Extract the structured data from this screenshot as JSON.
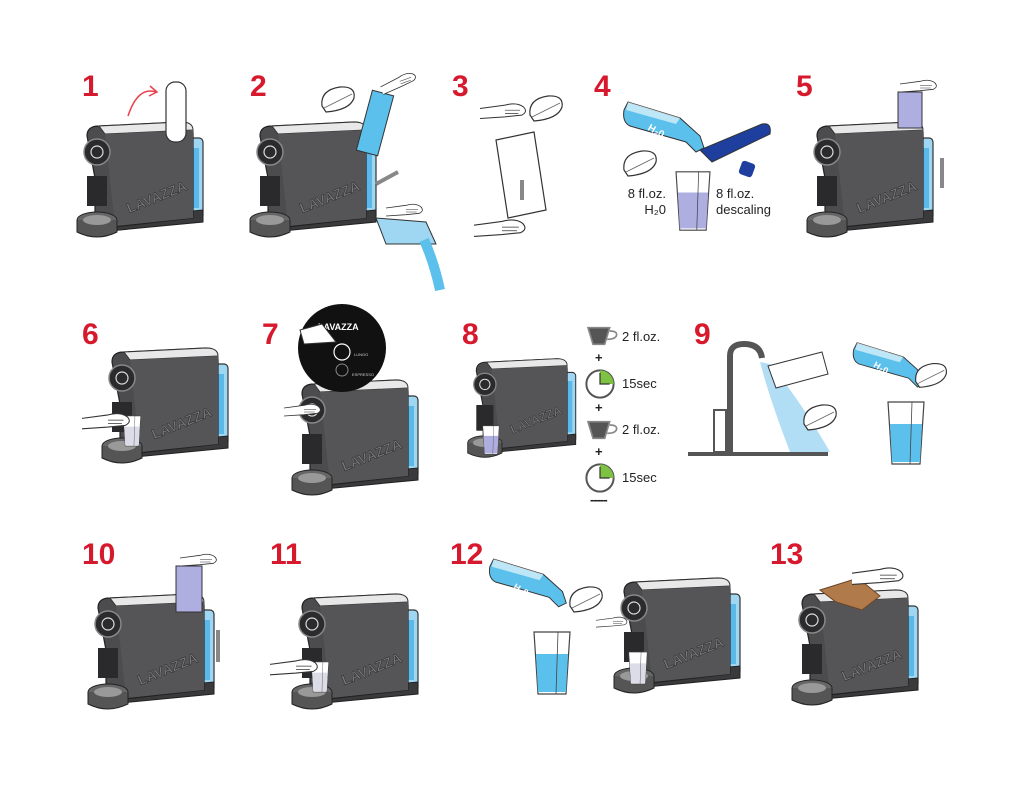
{
  "title": "",
  "colors": {
    "step_number": "#d7192d",
    "machine": "#4a4a4c",
    "water": "#5bc0eb",
    "descaler": "#1f3f9e",
    "timer_fill": "#7dc242"
  },
  "brand_logo": "LAVAZZA",
  "steps": [
    {
      "number": "1"
    },
    {
      "number": "2"
    },
    {
      "number": "3"
    },
    {
      "number": "4",
      "water_amount": "8 fl.oz.",
      "water_label": "H₂0",
      "descaler_amount": "8 fl.oz.",
      "descaler_label": "descaling",
      "bottle_label": "H₂0"
    },
    {
      "number": "5"
    },
    {
      "number": "6"
    },
    {
      "number": "7",
      "dial_logo": "LAVAZZA",
      "dial_top": "LUNGO",
      "dial_bottom": "ESPRESSO"
    },
    {
      "number": "8",
      "sequence": [
        {
          "icon": "cup-icon",
          "text": "2 fl.oz."
        },
        {
          "text": "+"
        },
        {
          "icon": "timer-icon",
          "text": "15sec"
        },
        {
          "text": "+"
        },
        {
          "icon": "cup-icon",
          "text": "2 fl.oz."
        },
        {
          "text": "+"
        },
        {
          "icon": "timer-icon",
          "text": "15sec"
        },
        {
          "text": "-----"
        }
      ]
    },
    {
      "number": "9",
      "bottle_label": "H₂0"
    },
    {
      "number": "10"
    },
    {
      "number": "11"
    },
    {
      "number": "12",
      "bottle_label": "H₂0"
    },
    {
      "number": "13"
    }
  ]
}
